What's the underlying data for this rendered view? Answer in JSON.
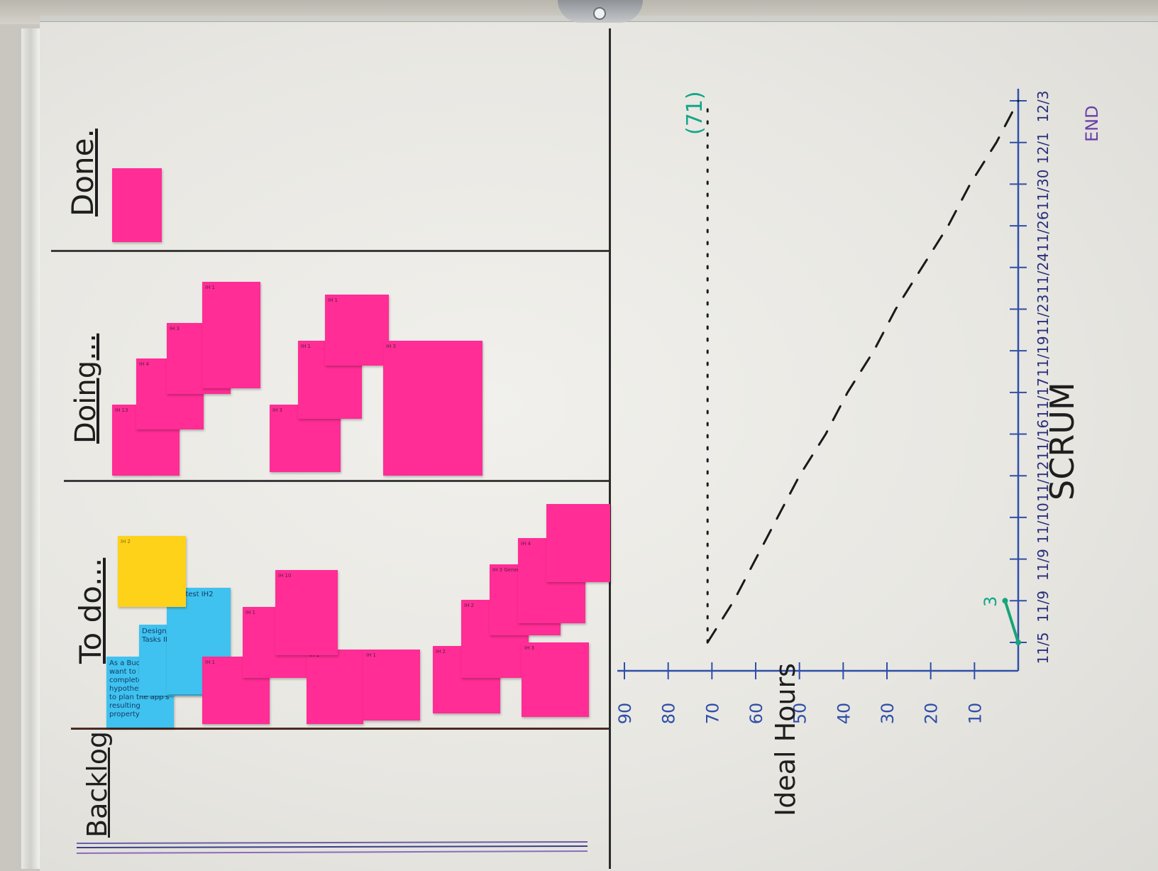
{
  "board": {
    "columns": [
      {
        "id": "backlog",
        "label": "Backlog"
      },
      {
        "id": "todo",
        "label": "To do..."
      },
      {
        "id": "doing",
        "label": "Doing..."
      },
      {
        "id": "done",
        "label": "Done."
      }
    ],
    "notes": {
      "todo": [
        {
          "color": "blue",
          "text": "As a Budget I want to have completed hypothesis test to plan the app's resulting property"
        },
        {
          "color": "blue",
          "text": "Design/Research Tasks IH 3"
        },
        {
          "color": "blue",
          "text": "Run test IH2"
        },
        {
          "color": "yellow",
          "text": "IH 2"
        },
        {
          "color": "pink",
          "text": "IH 1"
        },
        {
          "color": "pink",
          "text": "IH 1"
        },
        {
          "color": "pink",
          "text": "IH 1"
        },
        {
          "color": "pink",
          "text": "IH 10"
        },
        {
          "color": "pink",
          "text": "IH 1"
        },
        {
          "color": "pink",
          "text": "IH 2"
        },
        {
          "color": "pink",
          "text": "IH 2"
        },
        {
          "color": "pink",
          "text": "IH 3"
        },
        {
          "color": "pink",
          "text": "IH 3 General"
        },
        {
          "color": "pink",
          "text": "IH 4"
        }
      ],
      "doing": [
        {
          "color": "pink",
          "text": "IH 13"
        },
        {
          "color": "pink",
          "text": "IH 4"
        },
        {
          "color": "pink",
          "text": "IH 3"
        },
        {
          "color": "pink",
          "text": "IH 1"
        },
        {
          "color": "pink",
          "text": "IH 3"
        },
        {
          "color": "pink",
          "text": "IH 1"
        },
        {
          "color": "pink",
          "text": "IH 1"
        },
        {
          "color": "pink",
          "text": "IH 3"
        }
      ],
      "done": [
        {
          "color": "pink",
          "text": ""
        }
      ]
    }
  },
  "chart_data": {
    "type": "line",
    "title": "",
    "xlabel": "SCRUM",
    "ylabel": "Ideal Hours",
    "x_end_label": "END",
    "categories": [
      "11/5",
      "11/9",
      "11/9",
      "11/10",
      "11/12",
      "11/16",
      "11/17",
      "11/19",
      "11/23",
      "11/24",
      "11/26",
      "11/30",
      "12/1",
      "12/3"
    ],
    "y_ticks": [
      "10",
      "20",
      "30",
      "40",
      "50",
      "60",
      "70",
      "80",
      "90"
    ],
    "ylim": [
      0,
      90
    ],
    "annotation": "(71)",
    "series": [
      {
        "values": [
          71,
          65,
          60,
          55,
          50,
          44,
          39,
          33,
          28,
          22,
          16,
          11,
          5,
          0
        ],
        "style": "dashed"
      },
      {
        "values": [
          71,
          71,
          71,
          71,
          71,
          71,
          71,
          71,
          71,
          71,
          71,
          71,
          71,
          71
        ],
        "style": "dotted"
      },
      {
        "values": [
          0,
          3
        ],
        "style": "solid",
        "color": "#1aa37a"
      }
    ],
    "actual_label": "3"
  },
  "colors": {
    "pink": "#ff2d95",
    "blue": "#3fc2ef",
    "yellow": "#ffd21a",
    "axis": "#2f4fa8",
    "annotation": "#14a58a",
    "end": "#6a3fa8"
  }
}
